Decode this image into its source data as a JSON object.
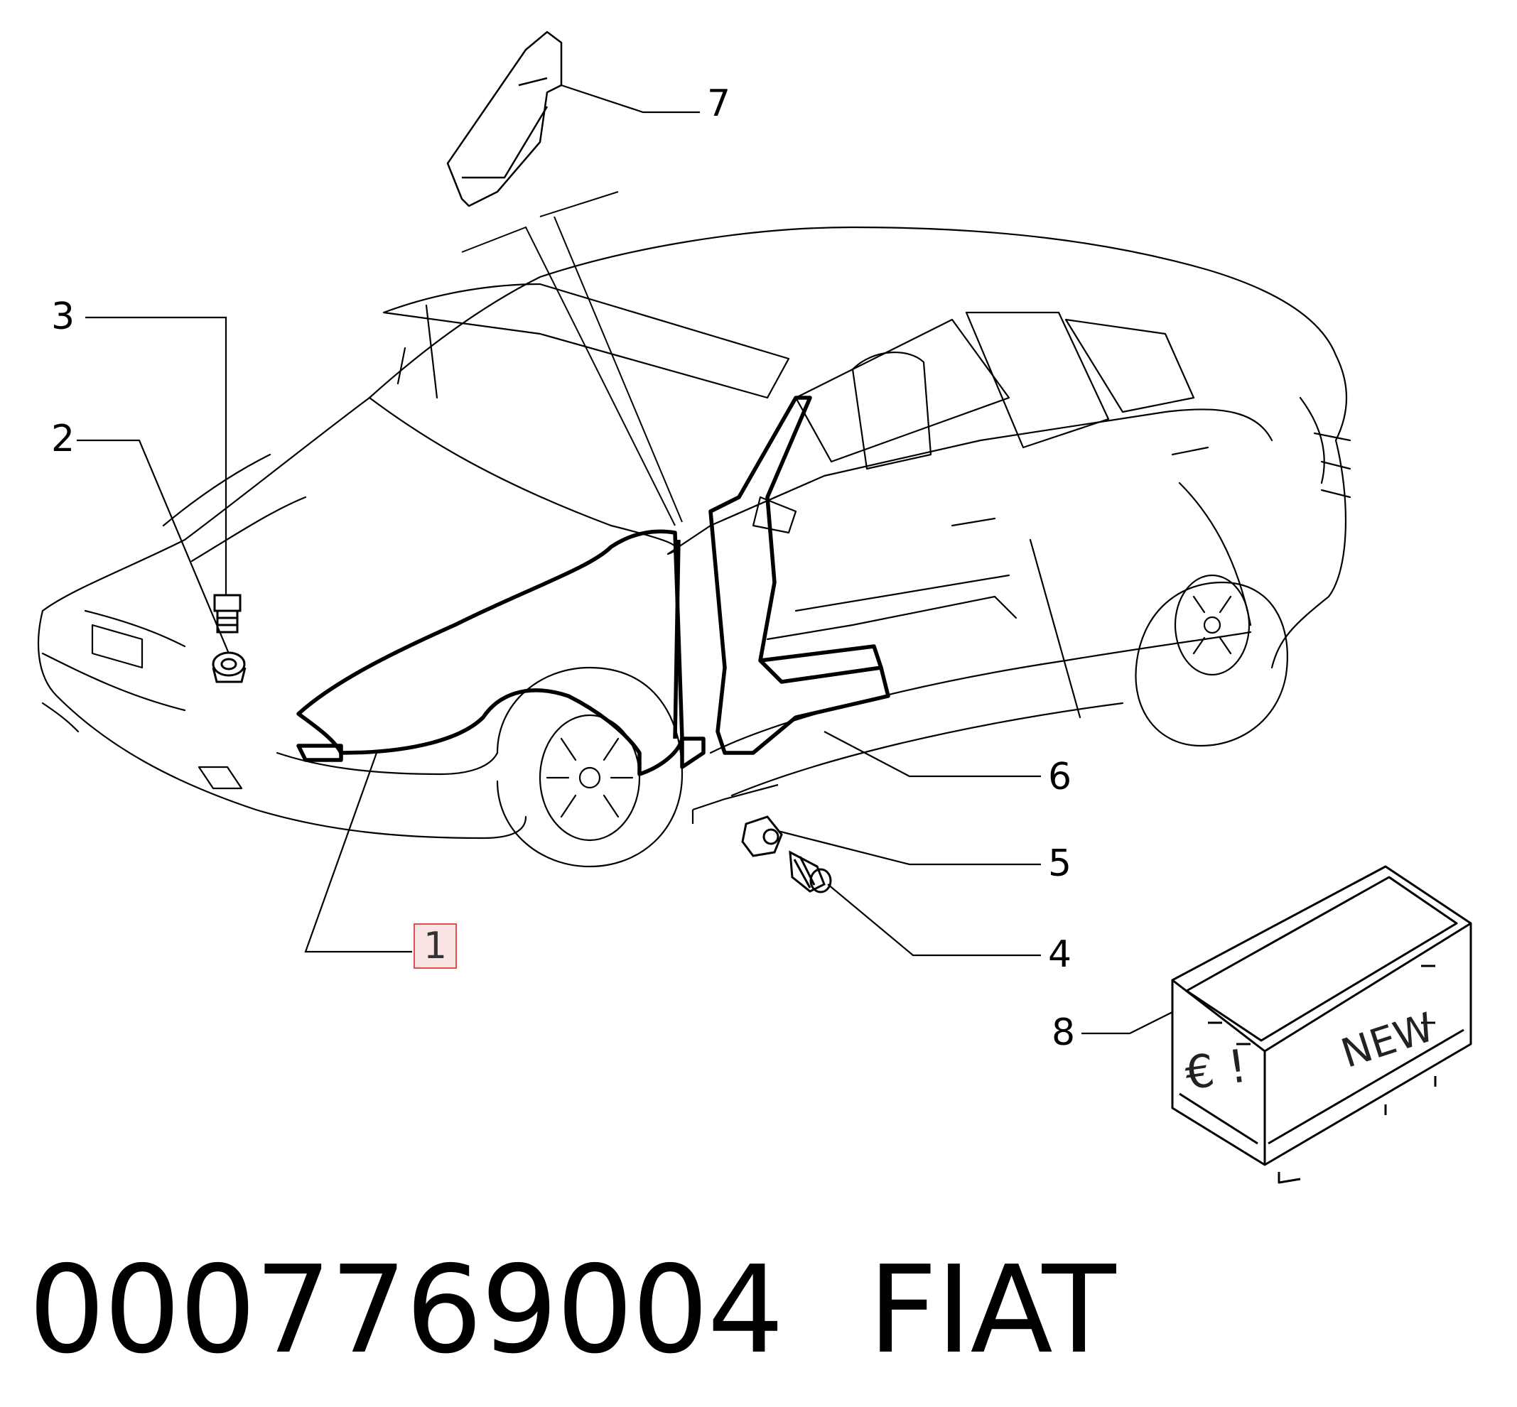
{
  "callouts": [
    {
      "id": "1",
      "label": "1"
    },
    {
      "id": "2",
      "label": "2"
    },
    {
      "id": "3",
      "label": "3"
    },
    {
      "id": "4",
      "label": "4"
    },
    {
      "id": "5",
      "label": "5"
    },
    {
      "id": "6",
      "label": "6"
    },
    {
      "id": "7",
      "label": "7"
    },
    {
      "id": "8",
      "label": "8"
    }
  ],
  "highlighted_callout": "1",
  "crate": {
    "text_new": "NEW",
    "text_symbol": "€ !"
  },
  "footer": {
    "part_number": "0007769004",
    "brand": "FIAT"
  },
  "colors": {
    "line": "#000000",
    "highlight_border": "#e05252",
    "highlight_fill": "#fbe4e4"
  }
}
